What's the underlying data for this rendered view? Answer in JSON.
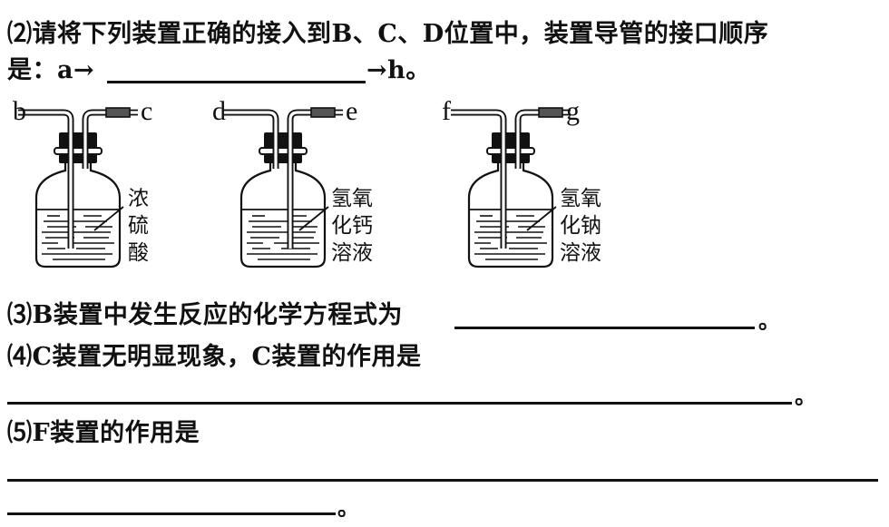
{
  "q2": {
    "line1": "⑵请将下列装置正确的接入到B、C、D位置中，装置导管的接口顺序",
    "line2_prefix": "是：a→",
    "line2_suffix": "→h。"
  },
  "apparatus": [
    {
      "left_port": "b",
      "right_port": "c",
      "reagent_lines": [
        "浓",
        "硫",
        "酸"
      ]
    },
    {
      "left_port": "d",
      "right_port": "e",
      "reagent_lines": [
        "氢氧",
        "化钙",
        "溶液"
      ]
    },
    {
      "left_port": "f",
      "right_port": "g",
      "reagent_lines": [
        "氢氧",
        "化钠",
        "溶液"
      ]
    }
  ],
  "q3": {
    "text": "⑶B装置中发生反应的化学方程式为",
    "end": "。"
  },
  "q4": {
    "text": "⑷C装置无明显现象，C装置的作用是",
    "end": "。"
  },
  "q5": {
    "text": "⑸F装置的作用是",
    "end": "。"
  }
}
